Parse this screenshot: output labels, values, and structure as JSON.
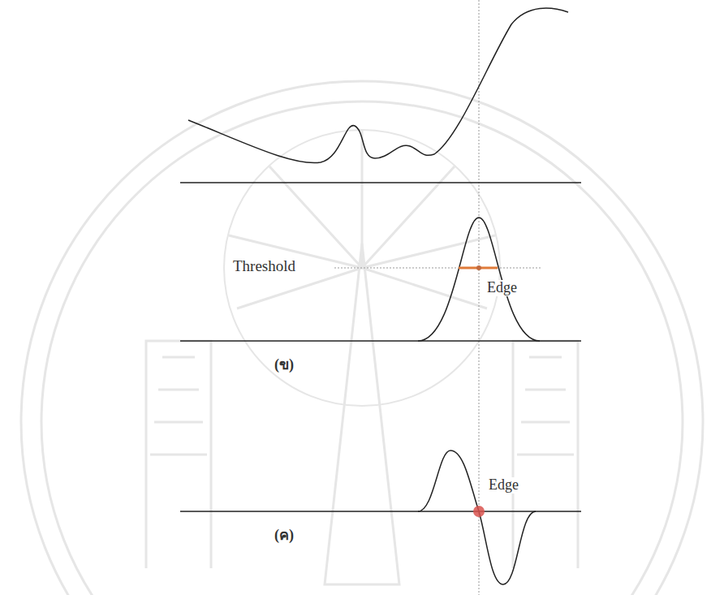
{
  "diagram": {
    "labels": [
      "Threshold",
      "Edge",
      "(ข)",
      "Edge",
      "(ค)"
    ]
  }
}
